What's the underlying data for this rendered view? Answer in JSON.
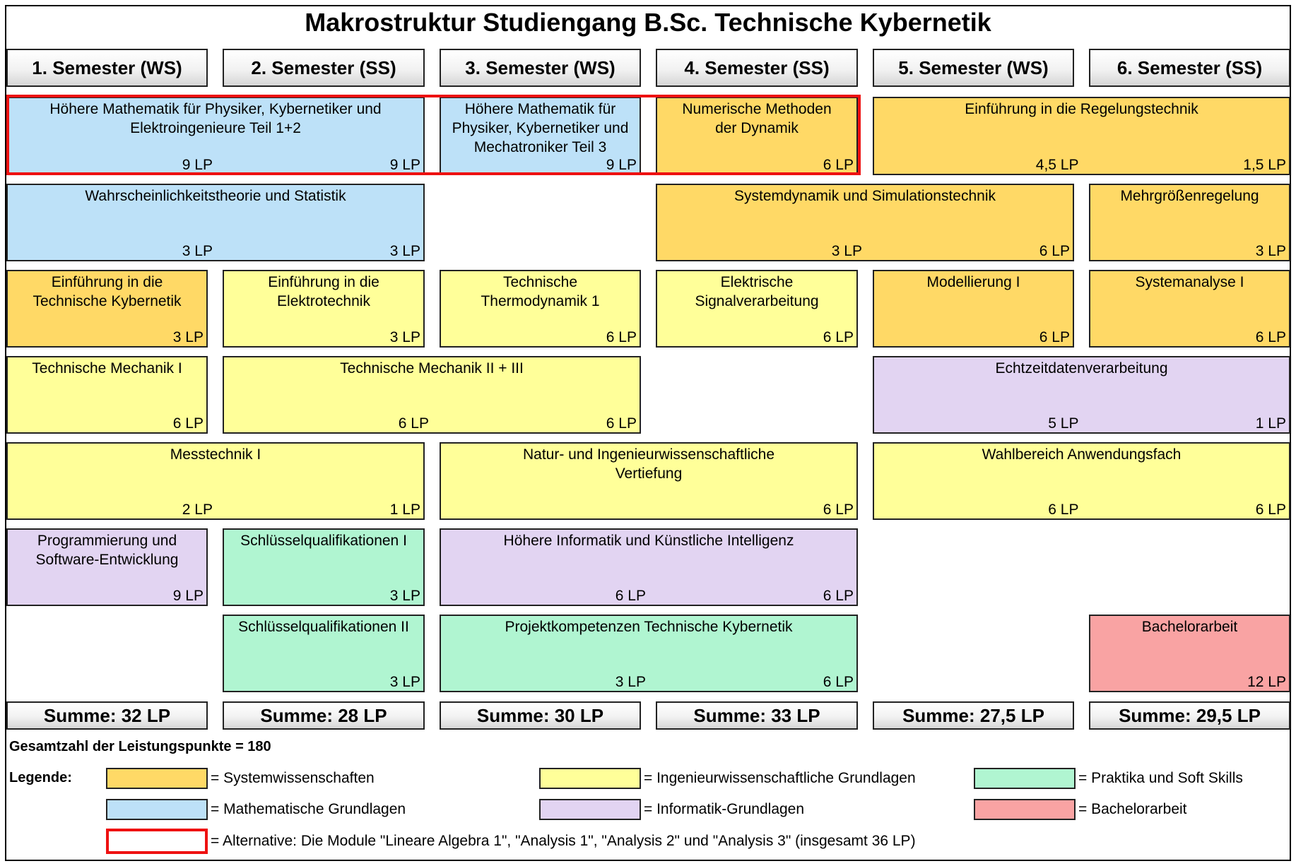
{
  "title": "Makrostruktur Studiengang B.Sc. Technische Kybernetik",
  "semesters": [
    "1. Semester (WS)",
    "2. Semester (SS)",
    "3. Semester (WS)",
    "4. Semester (SS)",
    "5. Semester (WS)",
    "6. Semester (SS)"
  ],
  "colors": {
    "systemwissenschaften": "#ffd966",
    "ingenieur": "#ffff99",
    "mathematik": "#bde1f8",
    "informatik": "#e2d4f2",
    "praktika": "#b0f5d1",
    "bachelorarbeit": "#f9a3a3",
    "alternative_outline": "#ee1111"
  },
  "modules": {
    "hm12": {
      "title": "Höhere Mathematik für Physiker, Kybernetiker und\nElektroingenieure Teil 1+2",
      "lp": [
        "9 LP",
        "9 LP"
      ]
    },
    "hm3": {
      "title": "Höhere Mathematik für\nPhysiker, Kybernetiker und\nMechatroniker Teil 3",
      "lp": [
        "9 LP"
      ]
    },
    "numdyn": {
      "title": "Numerische Methoden\nder Dynamik",
      "lp": [
        "6 LP"
      ]
    },
    "regel": {
      "title": "Einführung in die Regelungstechnik",
      "lp": [
        "4,5 LP",
        "1,5 LP"
      ]
    },
    "wahrsch": {
      "title": "Wahrscheinlichkeitstheorie und Statistik",
      "lp": [
        "3 LP",
        "3 LP"
      ]
    },
    "sysdyn": {
      "title": "Systemdynamik und Simulationstechnik",
      "lp": [
        "3 LP",
        "6 LP"
      ]
    },
    "mehrgr": {
      "title": "Mehrgrößenregelung",
      "lp": [
        "3 LP"
      ]
    },
    "etk": {
      "title": "Einführung in die\nTechnische Kybernetik",
      "lp": [
        "3 LP"
      ]
    },
    "eet": {
      "title": "Einführung in die\nElektrotechnik",
      "lp": [
        "3 LP"
      ]
    },
    "thermo": {
      "title": "Technische\nThermodynamik 1",
      "lp": [
        "6 LP"
      ]
    },
    "signal": {
      "title": "Elektrische\nSignalverarbeitung",
      "lp": [
        "6 LP"
      ]
    },
    "model": {
      "title": "Modellierung I",
      "lp": [
        "6 LP"
      ]
    },
    "sysana": {
      "title": "Systemanalyse I",
      "lp": [
        "6 LP"
      ]
    },
    "tm1": {
      "title": "Technische Mechanik I",
      "lp": [
        "6 LP"
      ]
    },
    "tm23": {
      "title": "Technische Mechanik II + III",
      "lp": [
        "6 LP",
        "6 LP"
      ]
    },
    "echtzeit": {
      "title": "Echtzeitdatenverarbeitung",
      "lp": [
        "5 LP",
        "1 LP"
      ]
    },
    "mess": {
      "title": "Messtechnik I",
      "lp": [
        "2 LP",
        "1 LP"
      ]
    },
    "natur": {
      "title": "Natur- und Ingenieurwissenschaftliche\nVertiefung",
      "lp": [
        "6 LP"
      ]
    },
    "wahlb": {
      "title": "Wahlbereich Anwendungsfach",
      "lp": [
        "6 LP",
        "6 LP"
      ]
    },
    "prog": {
      "title": "Programmierung und\nSoftware-Entwicklung",
      "lp": [
        "9 LP"
      ]
    },
    "sq1": {
      "title": "Schlüsselqualifikationen I",
      "lp": [
        "3 LP"
      ]
    },
    "hoeinf": {
      "title": "Höhere Informatik und Künstliche Intelligenz",
      "lp": [
        "6 LP",
        "6 LP"
      ]
    },
    "sq2": {
      "title": "Schlüsselqualifikationen II",
      "lp": [
        "3 LP"
      ]
    },
    "projekt": {
      "title": "Projektkompetenzen Technische Kybernetik",
      "lp": [
        "3 LP",
        "6 LP"
      ]
    },
    "ba": {
      "title": "Bachelorarbeit",
      "lp": [
        "12 LP"
      ]
    }
  },
  "sums": [
    "Summe: 32 LP",
    "Summe: 28 LP",
    "Summe: 30 LP",
    "Summe: 33 LP",
    "Summe: 27,5 LP",
    "Summe: 29,5 LP"
  ],
  "total": "Gesamtzahl der Leistungspunkte = 180",
  "legend": {
    "label": "Legende:",
    "items": [
      "= Systemwissenschaften",
      "= Ingenieurwissenschaftliche Grundlagen",
      "= Praktika und Soft Skills",
      "= Mathematische Grundlagen",
      "= Informatik-Grundlagen",
      "= Bachelorarbeit"
    ],
    "alternative": "= Alternative: Die Module \"Lineare Algebra 1\", \"Analysis 1\", \"Analysis 2\" und \"Analysis 3\" (insgesamt 36 LP)"
  }
}
